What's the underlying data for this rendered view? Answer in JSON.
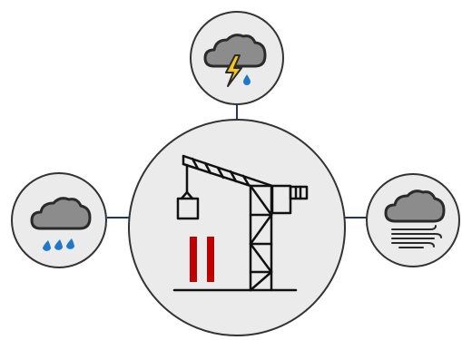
{
  "diagram": {
    "center": {
      "icon": "tower-crane-icon",
      "pause_color": "#c00000"
    },
    "satellites": [
      {
        "id": "top",
        "icon": "thunderstorm-cloud-icon"
      },
      {
        "id": "left",
        "icon": "rain-cloud-icon"
      },
      {
        "id": "right",
        "icon": "wind-cloud-icon"
      }
    ],
    "colors": {
      "circle_fill": "#ebebeb",
      "circle_stroke": "#333333",
      "connector": "#1f3864",
      "cloud_fill": "#8c8c8c",
      "cloud_stroke": "#2a2a2a",
      "bolt": "#f5c518",
      "rain": "#1f78c8"
    }
  }
}
